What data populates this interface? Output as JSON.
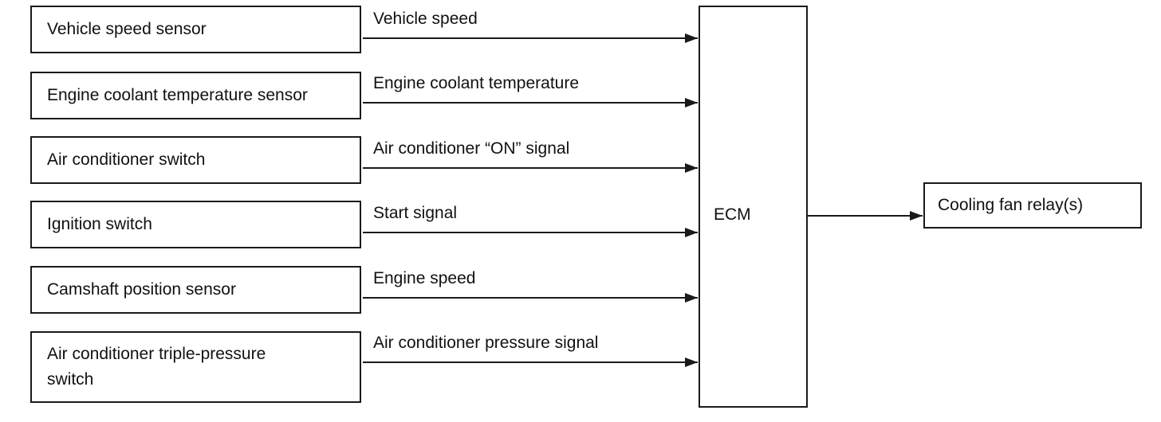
{
  "inputs": [
    {
      "source": "Vehicle speed sensor",
      "signal": "Vehicle speed"
    },
    {
      "source": "Engine coolant temperature sensor",
      "signal": "Engine coolant temperature"
    },
    {
      "source": "Air conditioner switch",
      "signal": "Air conditioner “ON” signal"
    },
    {
      "source": "Ignition switch",
      "signal": "Start signal"
    },
    {
      "source": "Camshaft position sensor",
      "signal": "Engine speed"
    },
    {
      "source": "Air conditioner triple-pressure\nswitch",
      "signal": "Air conditioner pressure signal"
    }
  ],
  "controller": {
    "label": "ECM"
  },
  "output": {
    "label": "Cooling fan relay(s)"
  },
  "colors": {
    "line": "#1a1a1a",
    "background": "#ffffff"
  }
}
